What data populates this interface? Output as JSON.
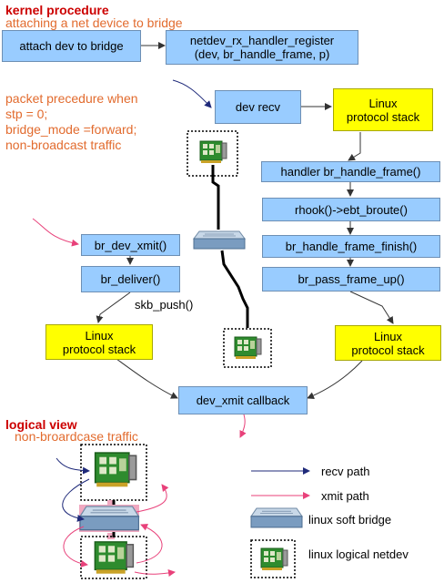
{
  "header": {
    "title": "kernel procedure",
    "subtitle": "attaching a net device to bridge"
  },
  "attach": {
    "box1": "attach dev to bridge",
    "box2_line1": "netdev_rx_handler_register",
    "box2_line2": "(dev, br_handle_frame, p)"
  },
  "condition": {
    "line1": "packet precedure when",
    "line2": "stp = 0;",
    "line3": "bridge_mode =forward;",
    "line4": "non-broadcast traffic"
  },
  "recv_path": {
    "dev_recv": "dev recv",
    "stack_top_line1": "Linux",
    "stack_top_line2": "protocol stack",
    "handler": "handler br_handle_frame()",
    "rhook": "rhook()->ebt_broute()",
    "finish": "br_handle_frame_finish()",
    "pass_up": "br_pass_frame_up()",
    "stack_right_line1": "Linux",
    "stack_right_line2": "protocol stack"
  },
  "xmit_path": {
    "dev_xmit": "br_dev_xmit()",
    "deliver": "br_deliver()",
    "skb_push": "skb_push()",
    "stack_left_line1": "Linux",
    "stack_left_line2": "protocol stack",
    "xmit_callback": "dev_xmit callback"
  },
  "logical": {
    "title": "logical view",
    "subtitle": "non-broardcase traffic"
  },
  "legend": {
    "recv": "recv path",
    "xmit": "xmit path",
    "bridge": "linux soft bridge",
    "netdev": "linux logical netdev"
  },
  "colors": {
    "box_blue": "#99ccff",
    "box_yellow": "#ffff00",
    "recv_arrow": "#1f2a7a",
    "xmit_arrow": "#e8417a",
    "title_red": "#cc0000",
    "note_orange": "#e26b2e",
    "nic_green": "#2e8b2e"
  },
  "icons": {
    "nic": "network-card-icon",
    "bridge": "soft-bridge-icon"
  }
}
